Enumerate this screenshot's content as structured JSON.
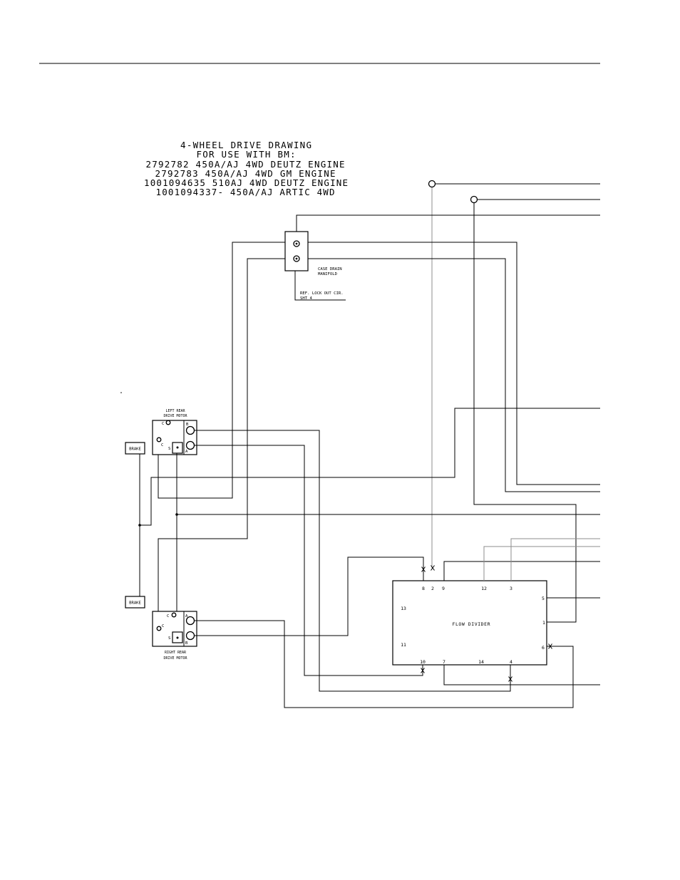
{
  "title_block": {
    "line1": "4-WHEEL DRIVE DRAWING",
    "line2": "FOR USE WITH BM:",
    "line3": "2792782 450A/AJ 4WD DEUTZ ENGINE",
    "line4": "2792783 450A/AJ 4WD GM ENGINE",
    "line5": "1001094635 510AJ 4WD DEUTZ ENGINE",
    "line6": "1001094337- 450A/AJ ARTIC 4WD"
  },
  "case_drain_manifold": {
    "label_line1": "CASE DRAIN",
    "label_line2": "MANIFOLD"
  },
  "reference_note": {
    "line1": "REF. LOCK OUT CIR.",
    "line2": "SHT 4"
  },
  "left_rear_motor": {
    "label_line1": "LEFT REAR",
    "label_line2": "DRIVE MOTOR",
    "port_c_top": "C",
    "port_c_side": "C",
    "port_b": "B",
    "port_a": "A",
    "port_s": "S"
  },
  "right_rear_motor": {
    "label_line1": "RIGHT REAR",
    "label_line2": "DRIVE MOTOR",
    "port_c_top": "C",
    "port_c_side": "C",
    "port_a": "A",
    "port_b": "B",
    "port_s": "S"
  },
  "brakes": {
    "upper": "BRAKE",
    "lower": "BRAKE"
  },
  "flow_divider": {
    "label": "FLOW DIVIDER",
    "ports": {
      "p8": "8",
      "p2": "2",
      "p9": "9",
      "p12": "12",
      "p3": "3",
      "p13": "13",
      "p5": "5",
      "p1": "1",
      "p11": "11",
      "p6": "6",
      "p10": "10",
      "p7": "7",
      "p14": "14",
      "p4": "4"
    }
  }
}
